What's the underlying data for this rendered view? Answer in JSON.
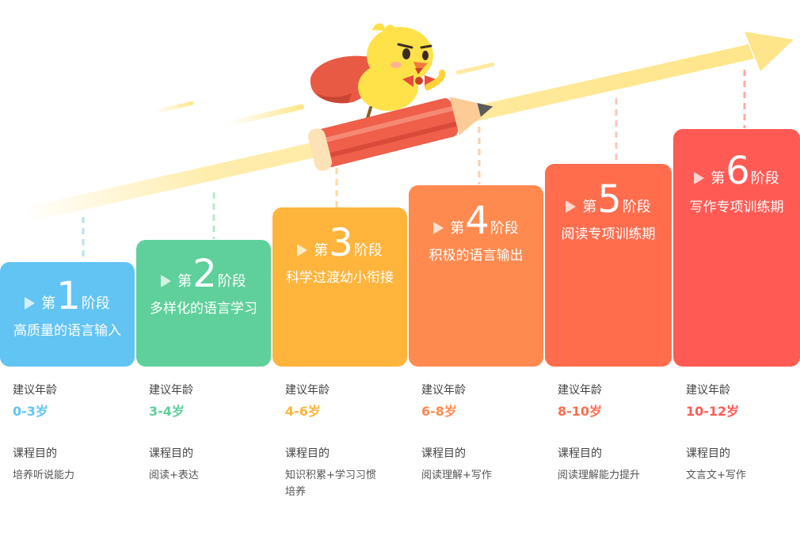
{
  "stages": [
    {
      "prefix": "第",
      "number": "1",
      "suffix": "阶段",
      "title": "高质量的语言输入",
      "age_label": "建议年龄",
      "age": "0-3岁",
      "goal_label": "课程目的",
      "goal": "培养听说能力",
      "color": "#62C4F3"
    },
    {
      "prefix": "第",
      "number": "2",
      "suffix": "阶段",
      "title": "多样化的语言学习",
      "age_label": "建议年龄",
      "age": "3-4岁",
      "goal_label": "课程目的",
      "goal": "阅读+表达",
      "color": "#5FD09B"
    },
    {
      "prefix": "第",
      "number": "3",
      "suffix": "阶段",
      "title": "科学过渡幼小衔接",
      "age_label": "建议年龄",
      "age": "4-6岁",
      "goal_label": "课程目的",
      "goal": "知识积累+学习习惯培养",
      "color": "#FFB43C"
    },
    {
      "prefix": "第",
      "number": "4",
      "suffix": "阶段",
      "title": "积极的语言输出",
      "age_label": "建议年龄",
      "age": "6-8岁",
      "goal_label": "课程目的",
      "goal": "阅读理解+写作",
      "color": "#FF8A4F"
    },
    {
      "prefix": "第",
      "number": "5",
      "suffix": "阶段",
      "title": "阅读专项训练期",
      "age_label": "建议年龄",
      "age": "8-10岁",
      "goal_label": "课程目的",
      "goal": "阅读理解能力提升",
      "color": "#FF6D4D"
    },
    {
      "prefix": "第",
      "number": "6",
      "suffix": "阶段",
      "title": "写作专项训练期",
      "age_label": "建议年龄",
      "age": "10-12岁",
      "goal_label": "课程目的",
      "goal": "文言文+写作",
      "color": "#FF5B54"
    }
  ],
  "decor": {
    "arrow_color": "#FFE58A",
    "mascot": "chick-mascot-riding-pencil",
    "icon": "play-triangle-icon"
  }
}
